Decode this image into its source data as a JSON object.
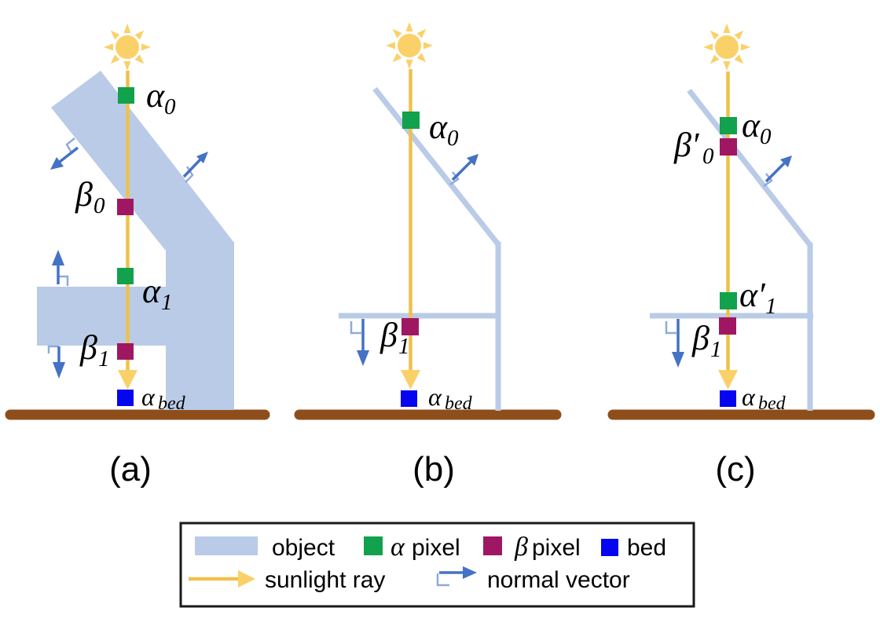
{
  "figure": {
    "panels": [
      {
        "caption": "(a)",
        "labels": {
          "alpha0": {
            "main": "α",
            "sub": "0"
          },
          "beta0": {
            "main": "β",
            "sub": "0"
          },
          "alpha1": {
            "main": "α",
            "sub": "1"
          },
          "beta1": {
            "main": "β",
            "sub": "1"
          },
          "alpha_bed": {
            "main": "α",
            "sub": "bed"
          }
        }
      },
      {
        "caption": "(b)",
        "labels": {
          "alpha0": {
            "main": "α",
            "sub": "0"
          },
          "beta1": {
            "main": "β",
            "sub": "1"
          },
          "alpha_bed": {
            "main": "α",
            "sub": "bed"
          }
        }
      },
      {
        "caption": "(c)",
        "labels": {
          "alpha0": {
            "main": "α",
            "sub": "0"
          },
          "beta_prime0": {
            "main": "β′",
            "sub": "0"
          },
          "alpha_prime1": {
            "main": "α′",
            "sub": "1"
          },
          "beta1": {
            "main": "β",
            "sub": "1"
          },
          "alpha_bed": {
            "main": "α",
            "sub": "bed"
          }
        }
      }
    ],
    "legend": {
      "object_label": "object",
      "alpha_pixel": {
        "symbol": "α",
        "label": "pixel"
      },
      "beta_pixel": {
        "symbol": "β",
        "label": "pixel"
      },
      "bed_label": "bed",
      "sunlight_ray_label": "sunlight ray",
      "normal_vector_label": "normal vector"
    },
    "colors": {
      "object": "#b9cbe7",
      "alpha_pixel": "#12a14d",
      "beta_pixel": "#9f1763",
      "bed": "#0505f0",
      "sun": "#fad169",
      "ray": "#efc14b",
      "normal_arrow": "#4472c4",
      "angle_mark": "#8faadc",
      "ground": "#8e4e1c",
      "ink": "#000000"
    }
  }
}
